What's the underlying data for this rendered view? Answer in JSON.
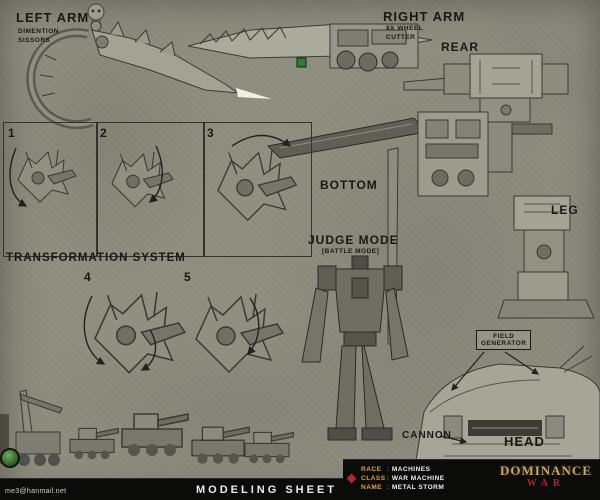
{
  "colors": {
    "background": "#8f8f82",
    "bar": "#0b0b0a",
    "accent_red": "#b3282c",
    "accent_gold": "#c9a463",
    "accent_yellow": "#e2a33c"
  },
  "annotations": {
    "left_arm": {
      "title": "LEFT ARM",
      "sub1": "DIMENTION",
      "sub2": "SISSORS"
    },
    "right_arm": {
      "title": "RIGHT ARM",
      "sub1": "8X WHEEL",
      "sub2": "CUTTER"
    },
    "rear": "REAR",
    "bottom": "BOTTOM",
    "leg": "LEG",
    "judge_mode": {
      "title": "JUDGE MODE",
      "sub": "[BATTLE MODE]"
    },
    "transformation_title": "TRANSFORMATION SYSTEM",
    "steps": [
      "1",
      "2",
      "3",
      "4",
      "5"
    ],
    "field_generator": {
      "line1": "FIELD",
      "line2": "GENERATOR"
    },
    "cannon": "CANNON",
    "head": "HEAD"
  },
  "footer": {
    "title": "MODELING SHEET",
    "email": "me3@hanmail.net"
  },
  "info_panel": {
    "sep": ":",
    "rows": [
      {
        "label": "RACE",
        "value": "MACHINES"
      },
      {
        "label": "CLASS",
        "value": "WAR MACHINE"
      },
      {
        "label": "NAME",
        "value": "METAL STORM"
      }
    ],
    "logo_line1": "DOMINANCE",
    "logo_line2": "WAR"
  }
}
